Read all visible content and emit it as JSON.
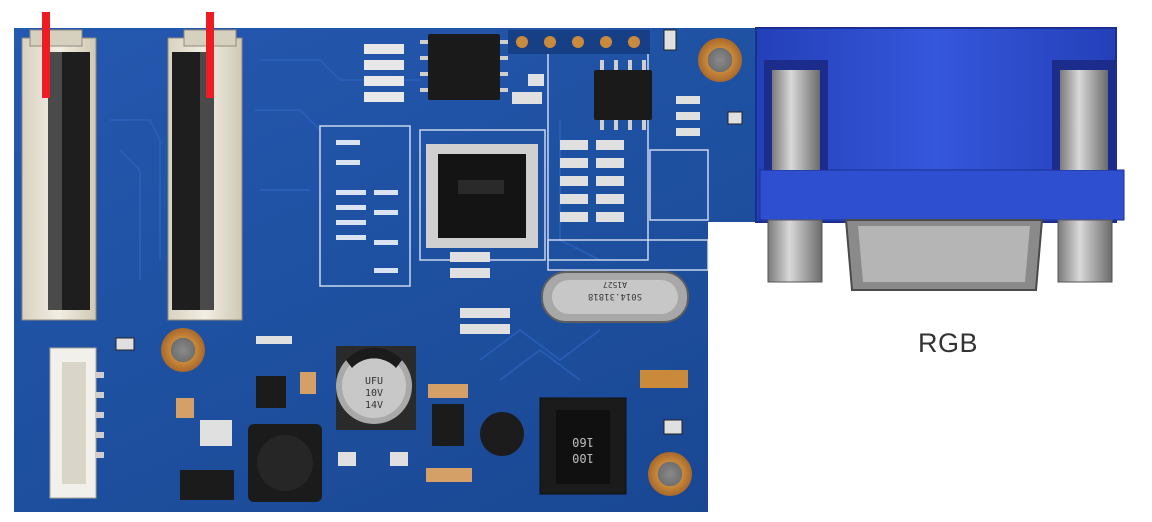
{
  "labels": {
    "connector": "RGB",
    "capacitor_lines": [
      "UFU",
      "10V",
      "14V"
    ],
    "crystal_text": "S014.31818",
    "crystal_sub": "A1527",
    "inductor_text": "100",
    "inductor_sub": "160"
  },
  "colors": {
    "pcb": "#1d4f9e",
    "pcb_dark": "#163d80",
    "connector_blue": "#2f4fd1",
    "marker_red": "#ee1c24",
    "text": "#333333"
  }
}
